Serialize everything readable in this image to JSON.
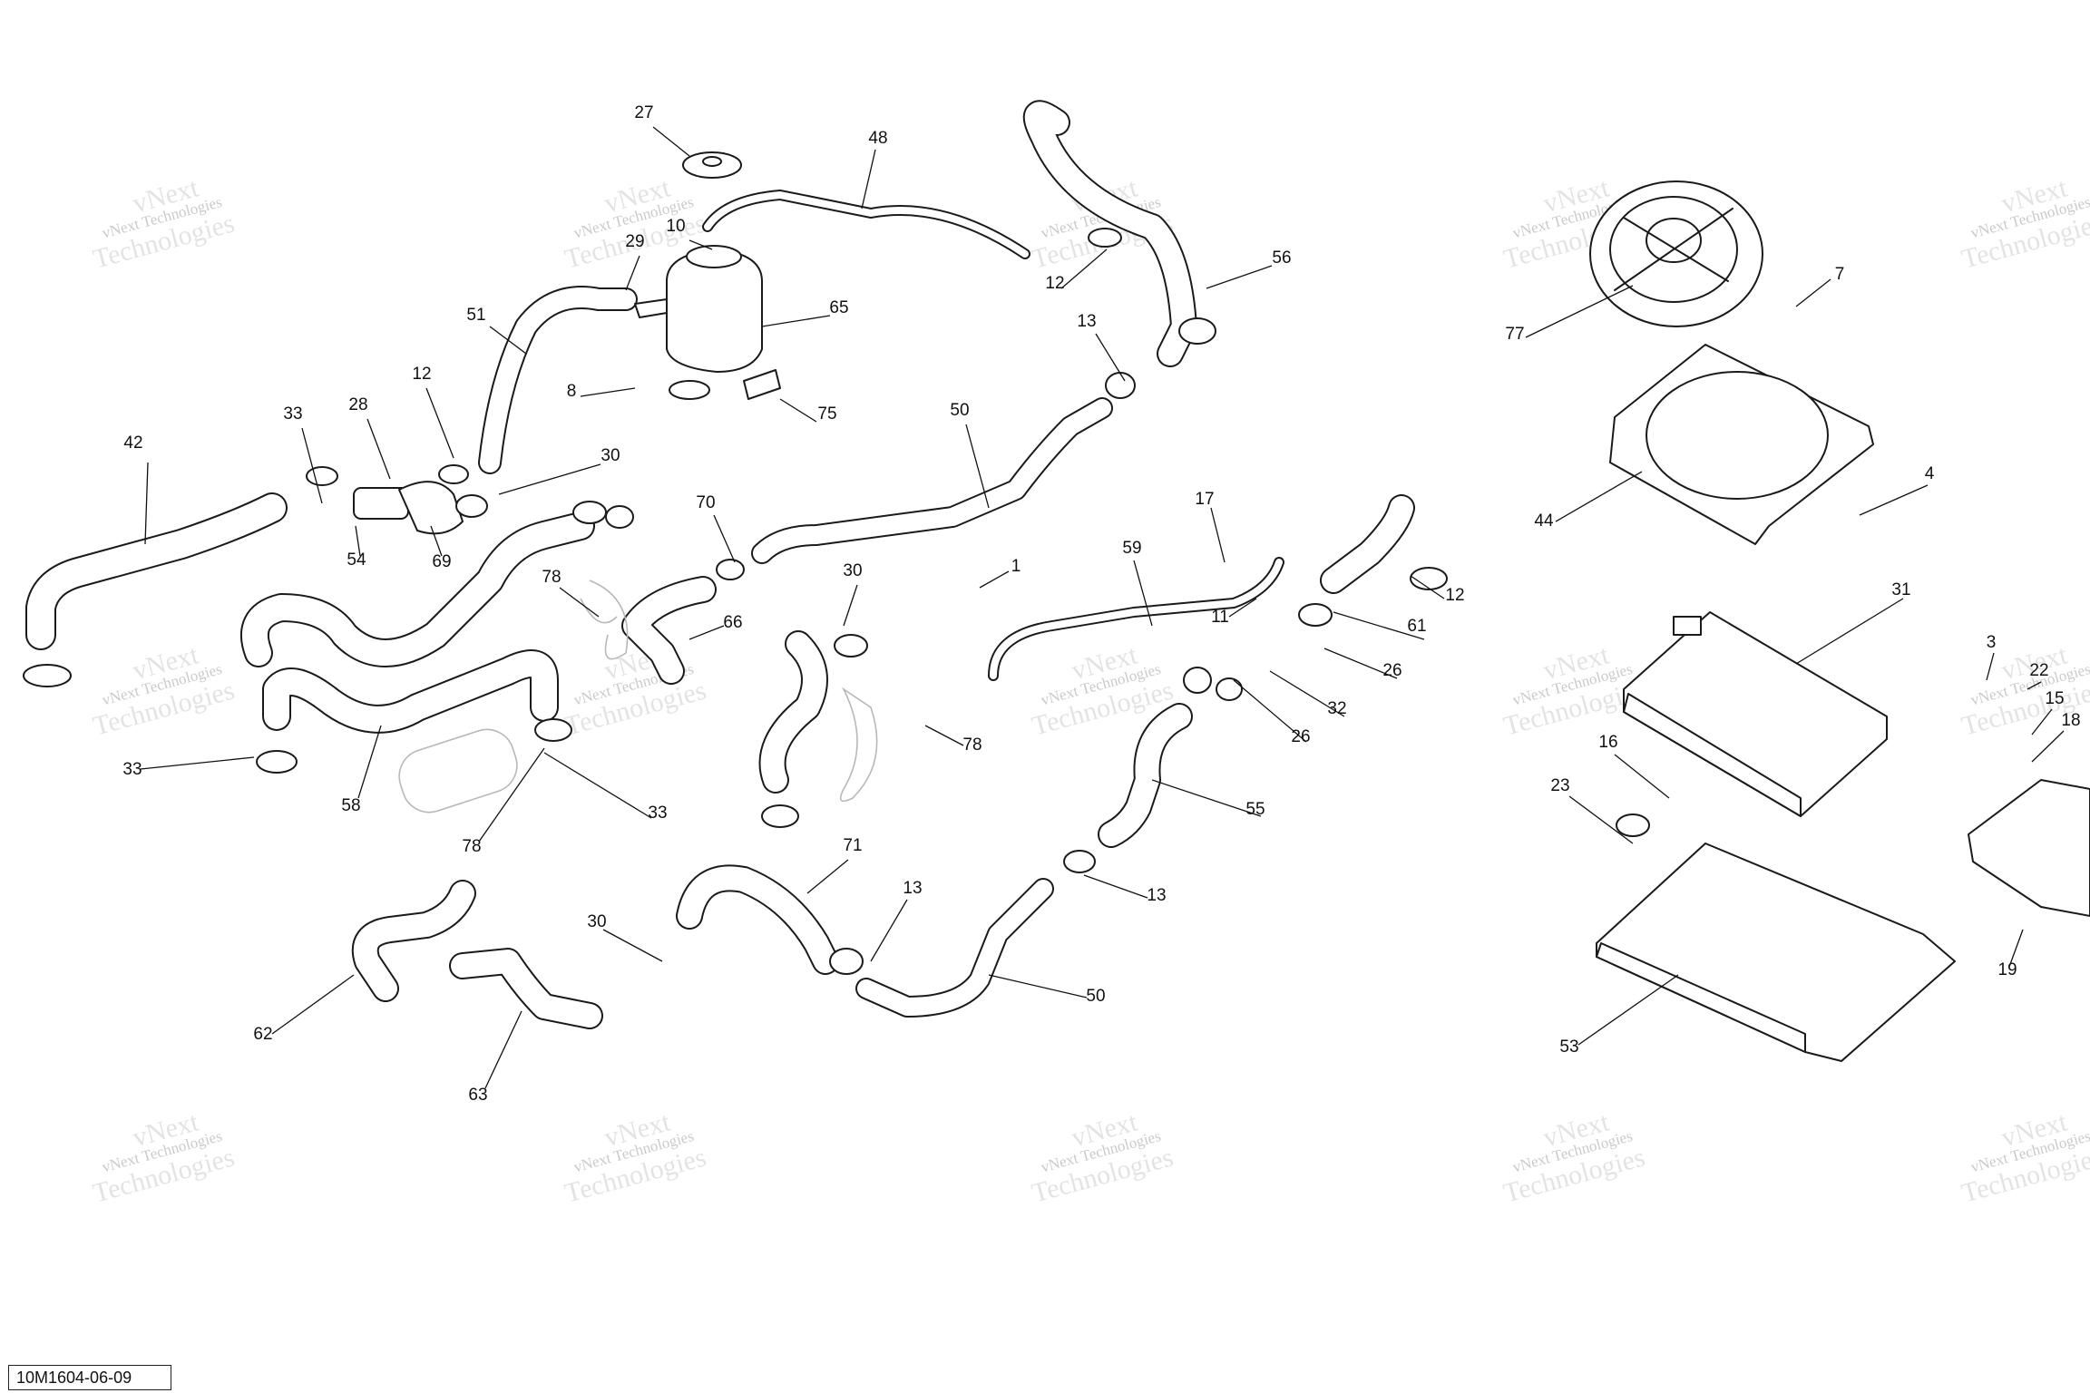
{
  "figure": {
    "reference_code": "10M1604-06-09",
    "watermark_line1": "vNext Technologies",
    "watermark_line2": "Technologies",
    "watermark_line3": "vNext"
  },
  "callouts": [
    "27",
    "48",
    "10",
    "29",
    "65",
    "51",
    "75",
    "8",
    "12",
    "33",
    "28",
    "42",
    "30",
    "69",
    "54",
    "78",
    "70",
    "66",
    "30",
    "50",
    "1",
    "13",
    "56",
    "12",
    "7",
    "77",
    "44",
    "4",
    "17",
    "59",
    "11",
    "12",
    "61",
    "26",
    "32",
    "26",
    "55",
    "31",
    "3",
    "22",
    "15",
    "18",
    "16",
    "23",
    "53",
    "19",
    "33",
    "58",
    "78",
    "33",
    "78",
    "71",
    "13",
    "30",
    "62",
    "63",
    "50",
    "13"
  ]
}
